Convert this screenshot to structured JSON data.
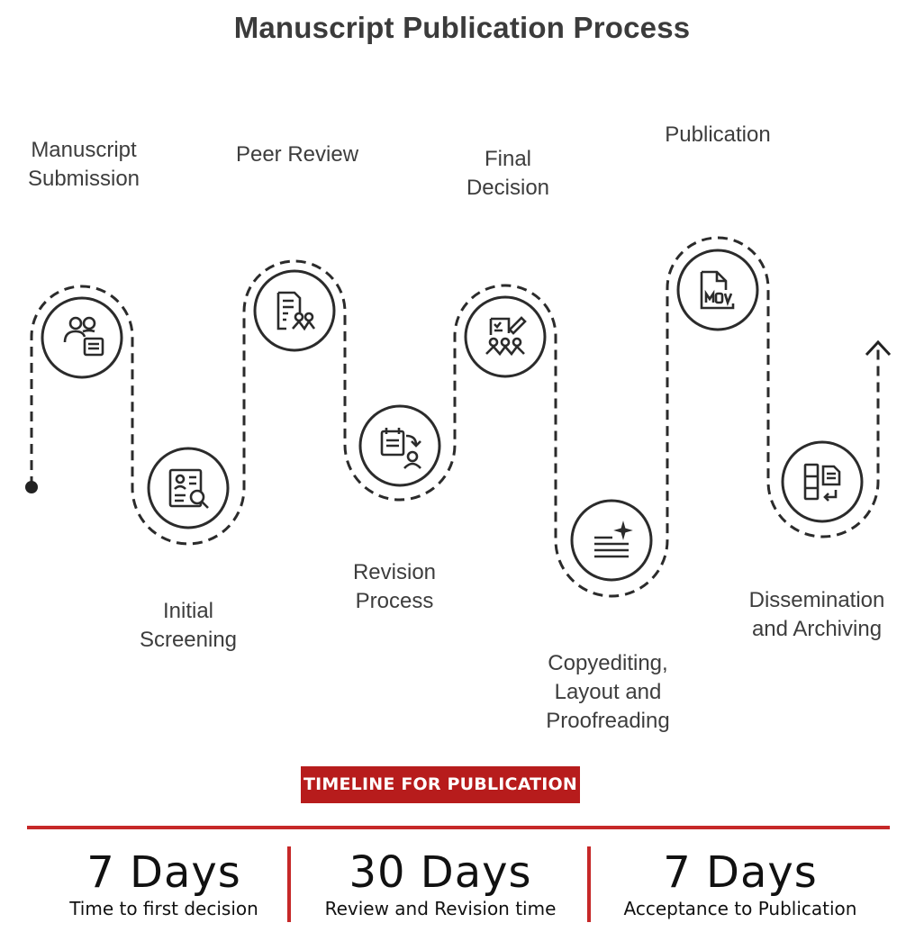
{
  "title": "Manuscript Publication Process",
  "steps": [
    {
      "label": "Manuscript\nSubmission",
      "icon": "team-document-icon"
    },
    {
      "label": "Initial\nScreening",
      "icon": "document-search-icon"
    },
    {
      "label": "Peer Review",
      "icon": "document-reviewers-icon"
    },
    {
      "label": "Revision\nProcess",
      "icon": "revision-cycle-icon"
    },
    {
      "label": "Final\nDecision",
      "icon": "checklist-committee-icon"
    },
    {
      "label": "Copyediting,\nLayout and\nProofreading",
      "icon": "text-sparkle-icon"
    },
    {
      "label": "Publication",
      "icon": "mov-file-icon"
    },
    {
      "label": "Dissemination\nand Archiving",
      "icon": "archive-return-icon"
    }
  ],
  "timeline": {
    "heading": "TIMELINE FOR PUBLICATION",
    "stats": [
      {
        "value": "7 Days",
        "desc": "Time to first decision"
      },
      {
        "value": "30 Days",
        "desc": "Review and Revision time"
      },
      {
        "value": "7 Days",
        "desc": "Acceptance to Publication"
      }
    ]
  },
  "colors": {
    "accent": "#c62828",
    "banner": "#b71c1c",
    "path": "#2b2b2b",
    "text": "#3d3d3d"
  }
}
